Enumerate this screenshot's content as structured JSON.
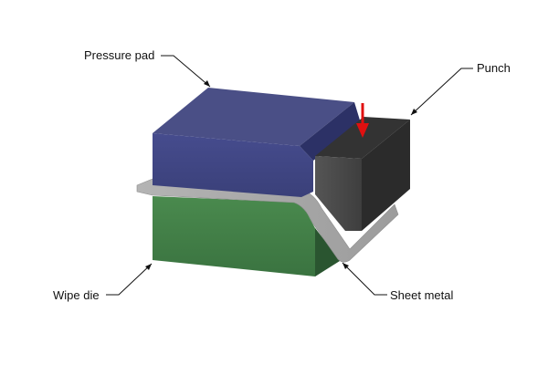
{
  "labels": {
    "pressure_pad": "Pressure pad",
    "punch": "Punch",
    "wipe_die": "Wipe die",
    "sheet_metal": "Sheet metal"
  },
  "colors": {
    "pressure_pad_top": "#4a4f86",
    "pressure_pad_front": "#3d4381",
    "pressure_pad_side": "#2c3166",
    "wipe_die_front": "#3f7d43",
    "wipe_die_side": "#2f5d33",
    "punch_front": "#4a4a4a",
    "punch_top": "#333333",
    "punch_side": "#2b2b2b",
    "sheet_metal": "#a9a9a9",
    "force_arrow": "#e01010",
    "leader_line": "#111111"
  },
  "icons": {
    "force_arrow": "down-arrow"
  }
}
